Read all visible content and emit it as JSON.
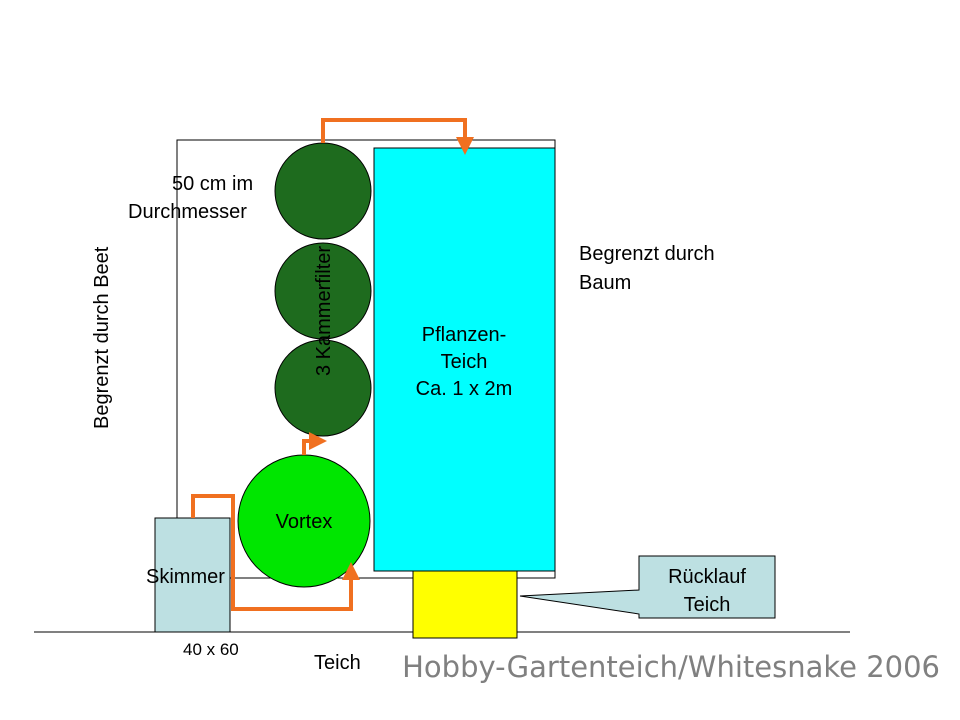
{
  "diagram": {
    "colors": {
      "filter_chamber": "#1e6b1e",
      "vortex": "#00e600",
      "plant_pond": "#00ffff",
      "skimmer": "#bde0e2",
      "return_box": "#ffff00",
      "callout": "#bde0e2",
      "pipe": "#f07020",
      "outline": "#000000"
    },
    "labels": {
      "diameter_line1": "50 cm im",
      "diameter_line2": "Durchmesser",
      "chamber_filter": "3 Kammerfilter",
      "bed_boundary": "Begrenzt durch Beet",
      "tree_boundary_line1": "Begrenzt durch",
      "tree_boundary_line2": "Baum",
      "plant_pond_line1": "Pflanzen-",
      "plant_pond_line2": "Teich",
      "plant_pond_line3": "Ca. 1 x 2m",
      "vortex": "Vortex",
      "skimmer": "Skimmer",
      "skimmer_size": "40 x 60",
      "pond": "Teich",
      "return_line1": "Rücklauf",
      "return_line2": "Teich"
    },
    "watermark": "Hobby-Gartenteich/Whitesnake 2006"
  }
}
